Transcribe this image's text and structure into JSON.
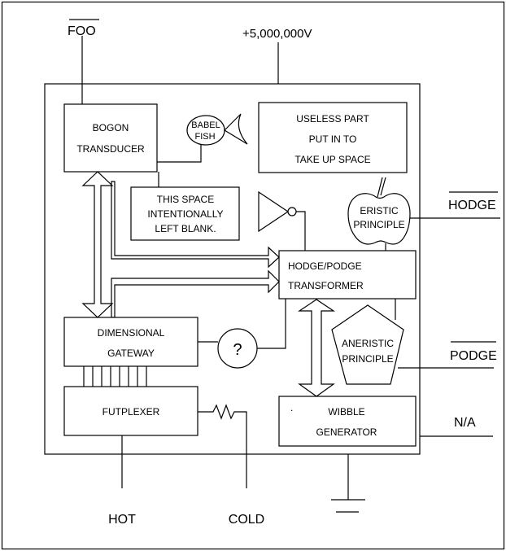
{
  "signals": {
    "foo": "FOO",
    "voltage": "+5,000,000V",
    "hodge": "HODGE",
    "podge": "PODGE",
    "na": "N/A",
    "hot": "HOT",
    "cold": "COLD"
  },
  "blocks": {
    "bogon": [
      "BOGON",
      "TRANSDUCER"
    ],
    "babel": [
      "BABEL",
      "FISH"
    ],
    "useless": [
      "USELESS PART",
      "PUT IN TO",
      "TAKE UP SPACE"
    ],
    "blank": [
      "THIS SPACE",
      "INTENTIONALLY",
      "LEFT BLANK."
    ],
    "eristic": [
      "ERISTIC",
      "PRINCIPLE"
    ],
    "hodgepodge": [
      "HODGE/PODGE",
      "TRANSFORMER"
    ],
    "dimensional": [
      "DIMENSIONAL",
      "GATEWAY"
    ],
    "question": "?",
    "aneristic": [
      "ANERISTIC",
      "PRINCIPLE"
    ],
    "futplexer": "FUTPLEXER",
    "wibble": [
      "WIBBLE",
      "GENERATOR"
    ],
    "wibble_dot": "."
  }
}
